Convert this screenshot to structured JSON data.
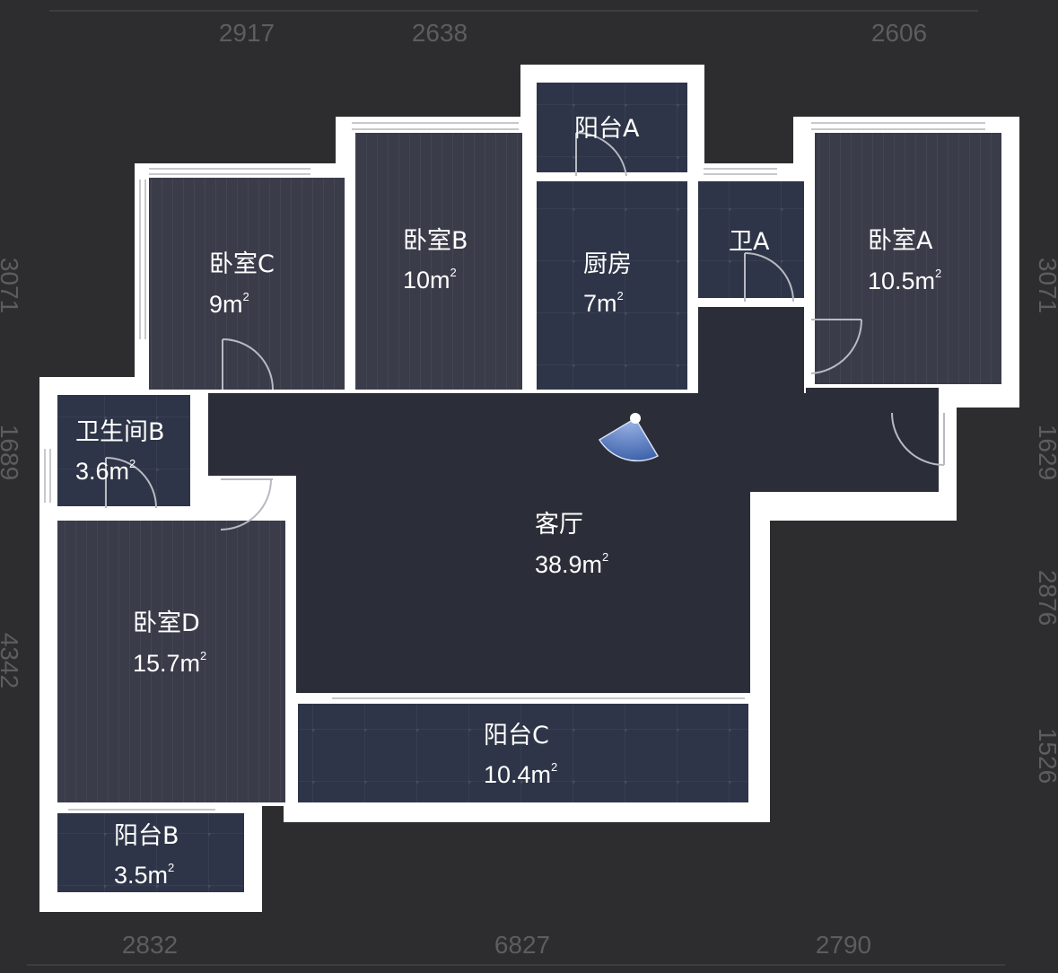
{
  "colors": {
    "background": "#2d2d2f",
    "wall": "#ffffff",
    "floor_wood": "#3b3c4a",
    "floor_tile": "#2f3548",
    "living": "#2b2e38",
    "dimension_text": "#5d5d5f",
    "label": "#ffffff",
    "view_cone": "#5b7ec4"
  },
  "dimensions": {
    "top": [
      "2917",
      "2638",
      "2606"
    ],
    "bottom": [
      "2832",
      "6827",
      "2790"
    ],
    "left": [
      "3071",
      "1689",
      "4342"
    ],
    "right": [
      "3071",
      "1629",
      "2876",
      "1526"
    ]
  },
  "rooms": [
    {
      "id": "bedroom-c",
      "name": "卧室C",
      "area": "9m",
      "unit_sup": "2"
    },
    {
      "id": "bedroom-b",
      "name": "卧室B",
      "area": "10m",
      "unit_sup": "2"
    },
    {
      "id": "balcony-a",
      "name": "阳台A",
      "area": "",
      "unit_sup": ""
    },
    {
      "id": "kitchen",
      "name": "厨房",
      "area": "7m",
      "unit_sup": "2"
    },
    {
      "id": "bath-a",
      "name": "卫A",
      "area": "",
      "unit_sup": ""
    },
    {
      "id": "bedroom-a",
      "name": "卧室A",
      "area": "10.5m",
      "unit_sup": "2"
    },
    {
      "id": "bath-b",
      "name": "卫生间B",
      "area": "3.6m",
      "unit_sup": "2"
    },
    {
      "id": "living",
      "name": "客厅",
      "area": "38.9m",
      "unit_sup": "2"
    },
    {
      "id": "bedroom-d",
      "name": "卧室D",
      "area": "15.7m",
      "unit_sup": "2"
    },
    {
      "id": "balcony-c",
      "name": "阳台C",
      "area": "10.4m",
      "unit_sup": "2"
    },
    {
      "id": "balcony-b",
      "name": "阳台B",
      "area": "3.5m",
      "unit_sup": "2"
    }
  ]
}
